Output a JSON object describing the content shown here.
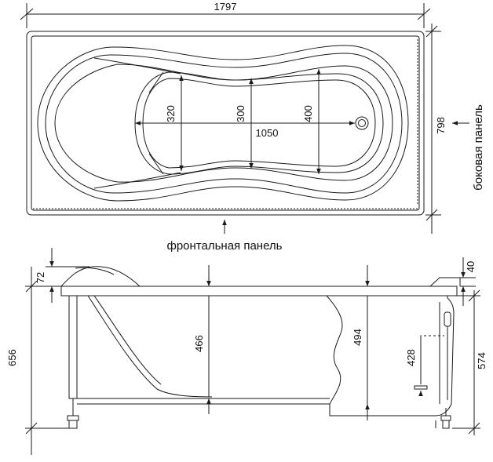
{
  "top_view": {
    "overall_length": "1797",
    "overall_width": "798",
    "inner_length": "1050",
    "width_left": "320",
    "width_middle": "300",
    "width_right": "400",
    "side_panel_label": "боковая панель",
    "front_panel_label": "фронтальная панель"
  },
  "side_view": {
    "rim_left": "72",
    "rim_right": "40",
    "total_height": "656",
    "depth_left": "466",
    "depth_right": "494",
    "drain_height": "428",
    "front_height": "574"
  },
  "colors": {
    "line": "#1a1a1a",
    "background": "#ffffff"
  }
}
